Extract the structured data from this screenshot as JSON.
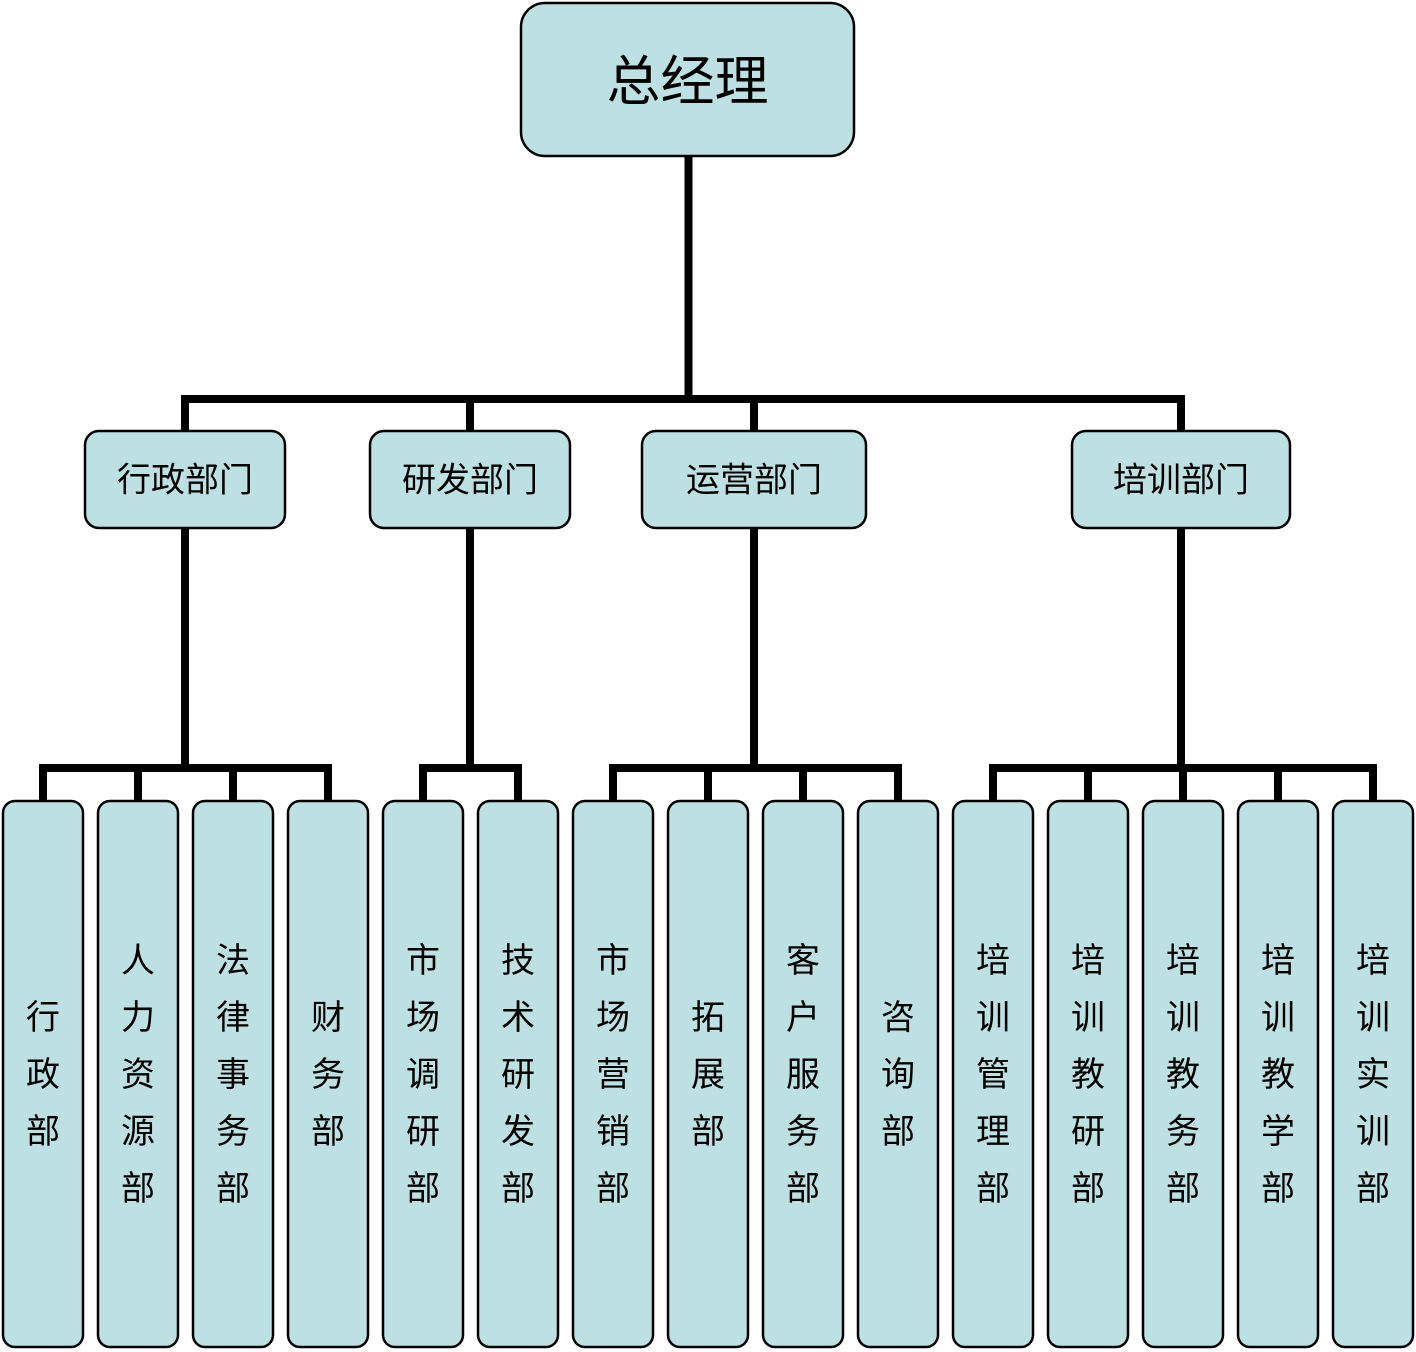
{
  "root": {
    "label": "总经理"
  },
  "departments": [
    {
      "label": "行政部门",
      "units": [
        "行政部",
        "人力资源部",
        "法律事务部",
        "财务部"
      ]
    },
    {
      "label": "研发部门",
      "units": [
        "市场调研部",
        "技术研发部"
      ]
    },
    {
      "label": "运营部门",
      "units": [
        "市场营销部",
        "拓展部",
        "客户服务部",
        "咨询部"
      ]
    },
    {
      "label": "培训部门",
      "units": [
        "培训管理部",
        "培训教研部",
        "培训教务部",
        "培训教学部",
        "培训实训部"
      ]
    }
  ],
  "colors": {
    "box_fill": "#bde0e2",
    "box_stroke": "#000000",
    "connector": "#000000",
    "text": "#000000"
  }
}
